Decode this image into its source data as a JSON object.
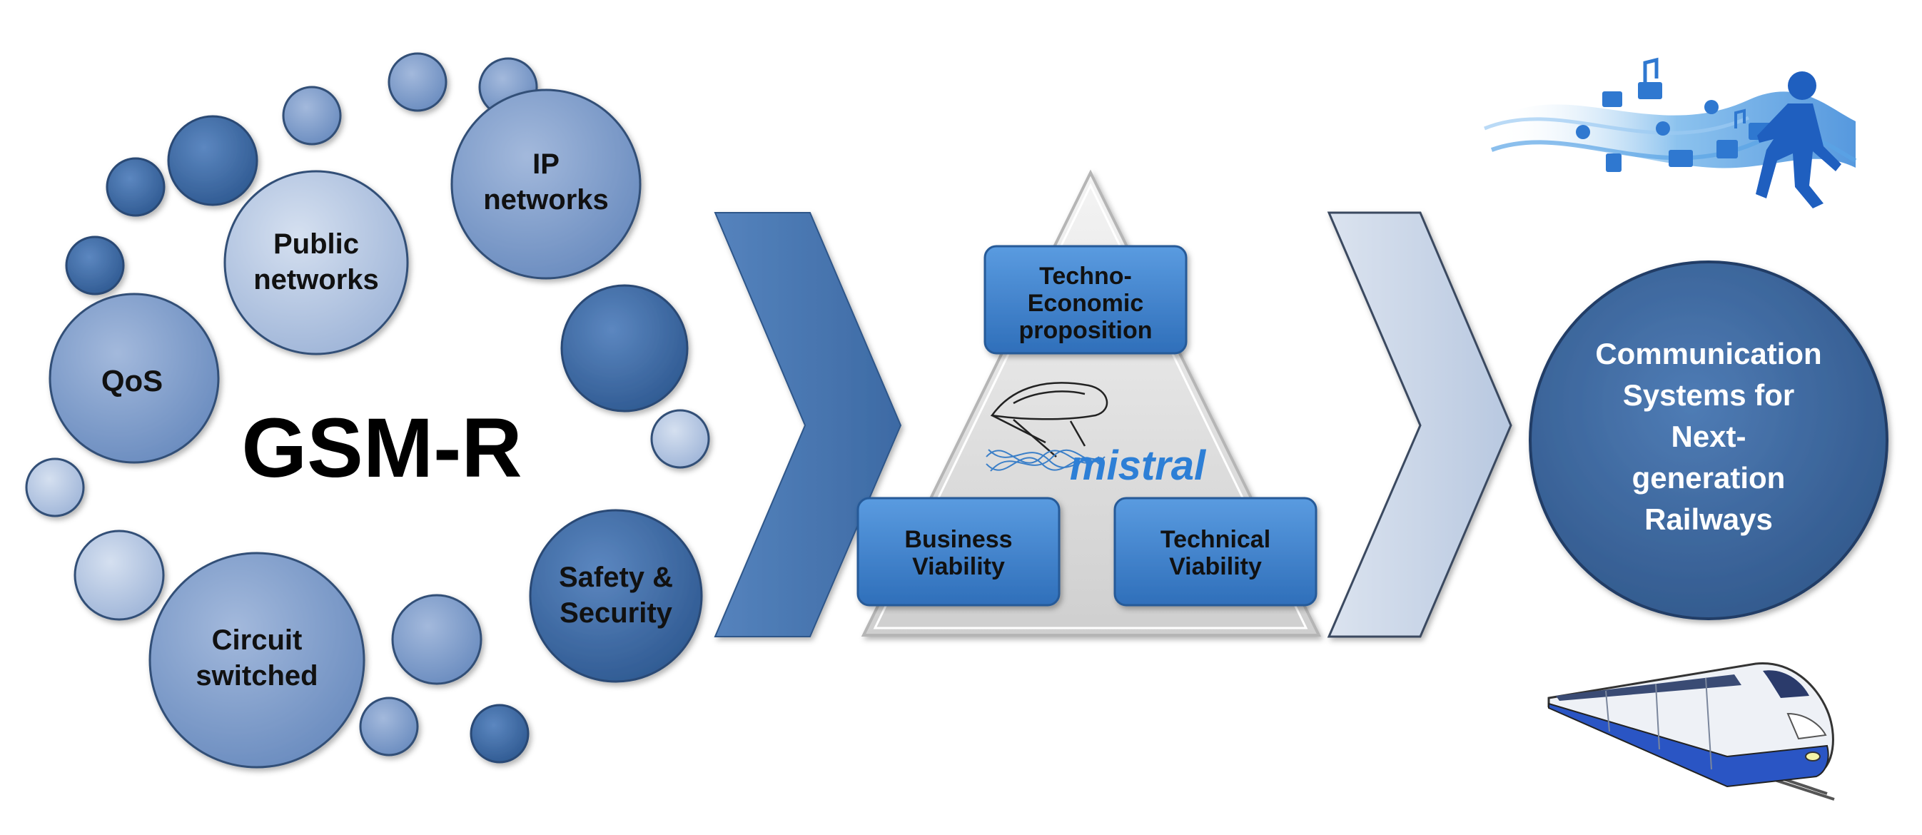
{
  "gsm_r": {
    "title": "GSM-R",
    "bubbles": {
      "qos": "QoS",
      "public_networks": [
        "Public",
        "networks"
      ],
      "ip_networks": [
        "IP",
        "networks"
      ],
      "safety_security": [
        "Safety &",
        "Security"
      ],
      "circuit_switched": [
        "Circuit",
        "switched"
      ]
    }
  },
  "pyramid": {
    "top": [
      "Techno-",
      "Economic",
      "proposition"
    ],
    "left": [
      "Business",
      "Viability"
    ],
    "right": [
      "Technical",
      "Viability"
    ],
    "logo_text": "mistral"
  },
  "result": {
    "lines": [
      "Communication",
      "Systems for",
      "Next-",
      "generation",
      "Railways"
    ]
  },
  "icons": {
    "user_icon": "walking-person-with-digital-icons",
    "train_icon": "high-speed-train"
  },
  "colors": {
    "dark_blue": "#3e6aa3",
    "mid_blue": "#6b8fc0",
    "light_blue": "#a9bddc",
    "box_blue": "#3a7cc7",
    "result_blue": "#3f6aa0",
    "chevron_dark": "#4a79b3",
    "chevron_light": "#c5d2e6"
  }
}
